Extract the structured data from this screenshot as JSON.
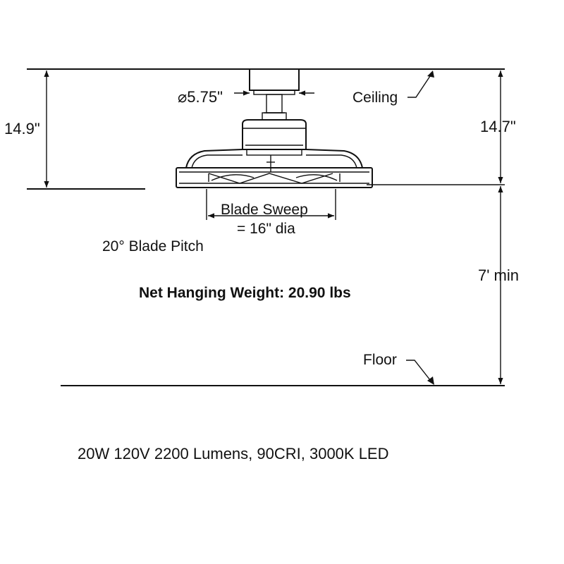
{
  "diagram": {
    "left_height": "14.9\"",
    "right_height": "14.7\"",
    "canopy_diameter": "⌀5.75\"",
    "ceiling_label": "Ceiling",
    "floor_label": "Floor",
    "blade_sweep_line1": "Blade Sweep",
    "blade_sweep_line2": "= 16\" dia",
    "blade_pitch": "20° Blade Pitch",
    "clearance": "7' min",
    "weight": "Net Hanging Weight: 20.90 lbs",
    "specs": "20W 120V 2200 Lumens, 90CRI, 3000K LED"
  },
  "colors": {
    "line": "#111111",
    "background": "#ffffff"
  }
}
